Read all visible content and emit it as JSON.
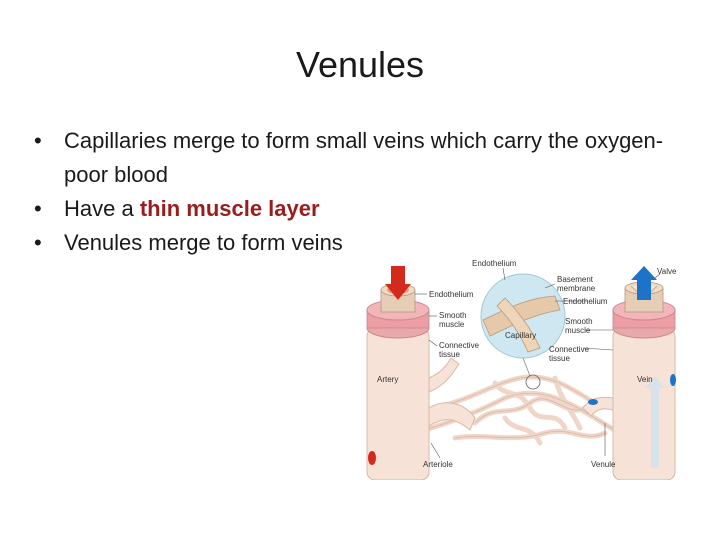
{
  "slide": {
    "title": "Venules",
    "bullets": [
      {
        "text": "Capillaries merge to form small veins which carry the oxygen-poor blood"
      },
      {
        "pre": "Have a ",
        "highlight": "thin muscle layer",
        "post": ""
      },
      {
        "text": "Venules merge to form veins"
      }
    ],
    "bullet_glyph": "•",
    "accent_color": "#9b1c1c"
  },
  "figure": {
    "labels": {
      "endothelium_top": "Endothelium",
      "basement_membrane": "Basement membrane",
      "endothelium_left": "Endothelium",
      "smooth_muscle_left": "Smooth muscle",
      "capillary": "Capillary",
      "connective_left": "Connective tissue",
      "endothelium_right": "Endothelium",
      "smooth_muscle_right": "Smooth muscle",
      "connective_right": "Connective tissue",
      "valve": "Valve",
      "artery": "Artery",
      "vein": "Vein",
      "arteriole": "Arteriole",
      "venule": "Venule"
    },
    "colors": {
      "artery_flow": "#d42a1e",
      "vein_flow": "#1e73c8",
      "vessel_wall": "#f4ddd0",
      "muscle": "#e8a4a8",
      "inset_bg": "#cfe7f0"
    }
  }
}
